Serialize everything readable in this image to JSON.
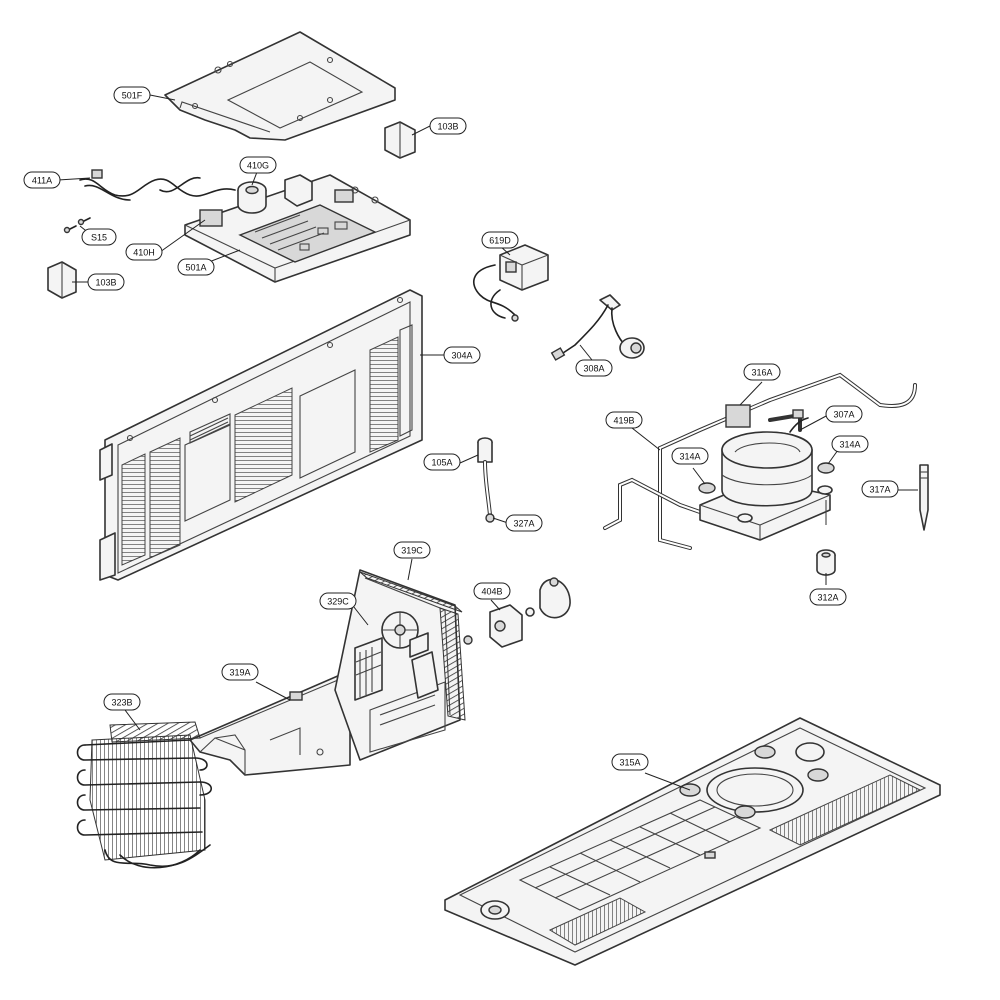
{
  "callouts": [
    {
      "id": "501F",
      "label": "501F"
    },
    {
      "id": "103B_top",
      "label": "103B"
    },
    {
      "id": "411A",
      "label": "411A"
    },
    {
      "id": "410G",
      "label": "410G"
    },
    {
      "id": "S15",
      "label": "S15"
    },
    {
      "id": "410H",
      "label": "410H"
    },
    {
      "id": "501A",
      "label": "501A"
    },
    {
      "id": "103B_bottom",
      "label": "103B"
    },
    {
      "id": "619D",
      "label": "619D"
    },
    {
      "id": "308A",
      "label": "308A"
    },
    {
      "id": "304A",
      "label": "304A"
    },
    {
      "id": "316A",
      "label": "316A"
    },
    {
      "id": "307A",
      "label": "307A"
    },
    {
      "id": "419B",
      "label": "419B"
    },
    {
      "id": "314A_left",
      "label": "314A"
    },
    {
      "id": "314A_right",
      "label": "314A"
    },
    {
      "id": "317A",
      "label": "317A"
    },
    {
      "id": "105A",
      "label": "105A"
    },
    {
      "id": "327A",
      "label": "327A"
    },
    {
      "id": "312A",
      "label": "312A"
    },
    {
      "id": "319C",
      "label": "319C"
    },
    {
      "id": "329C",
      "label": "329C"
    },
    {
      "id": "404B",
      "label": "404B"
    },
    {
      "id": "319A",
      "label": "319A"
    },
    {
      "id": "323B",
      "label": "323B"
    },
    {
      "id": "315A",
      "label": "315A"
    }
  ]
}
